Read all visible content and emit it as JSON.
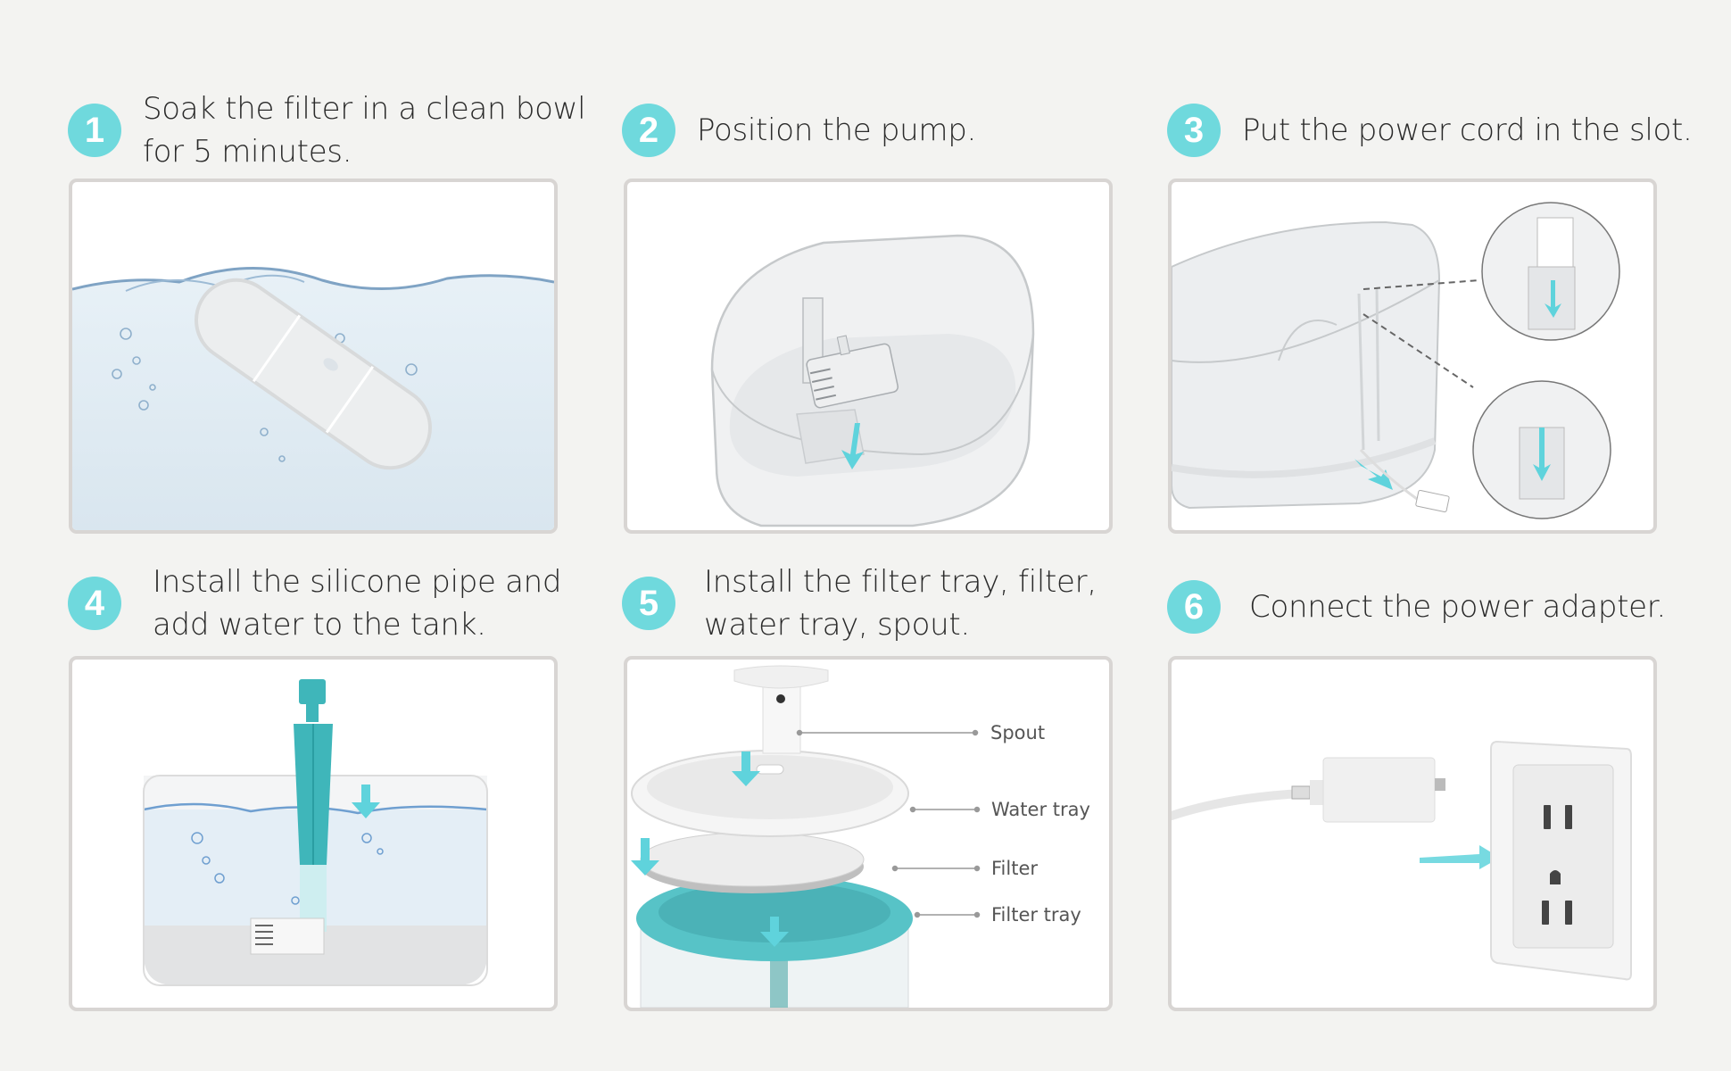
{
  "accent_color": "#6fd9dd",
  "steps": [
    {
      "number": "1",
      "text": "Soak the filter in a clean bowl\nfor 5 minutes.",
      "illustration": "filter-soaking-in-water"
    },
    {
      "number": "2",
      "text": "Position the pump.",
      "illustration": "pump-placed-in-tank"
    },
    {
      "number": "3",
      "text": "Put the power cord in the slot.",
      "illustration": "power-cord-slot-detail"
    },
    {
      "number": "4",
      "text": "Install the silicone pipe and\nadd water to the tank.",
      "illustration": "silicone-pipe-in-tank"
    },
    {
      "number": "5",
      "text": "Install the filter tray, filter,\nwater tray, spout.",
      "illustration": "exploded-assembly-view",
      "labels": [
        "Spout",
        "Water tray",
        "Filter",
        "Filter tray"
      ]
    },
    {
      "number": "6",
      "text": "Connect the power adapter.",
      "illustration": "adapter-wall-outlet"
    }
  ]
}
